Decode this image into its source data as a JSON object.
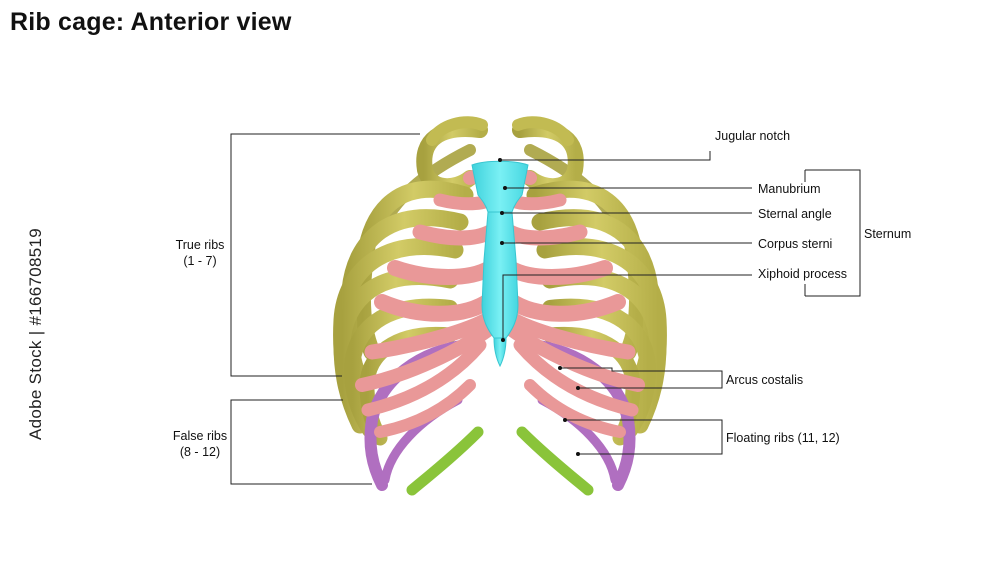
{
  "title": "Rib cage: Anterior view",
  "labels": {
    "jugular_notch": "Jugular notch",
    "manubrium": "Manubrium",
    "sternal_angle": "Sternal angle",
    "corpus_sterni": "Corpus sterni",
    "xiphoid_process": "Xiphoid process",
    "sternum": "Sternum",
    "arcus_costalis": "Arcus costalis",
    "floating_ribs": "Floating ribs (11, 12)",
    "true_ribs": "True ribs",
    "true_ribs_range": "(1 - 7)",
    "false_ribs": "False ribs",
    "false_ribs_range": "(8 - 12)"
  },
  "watermark_side_text": "Adobe Stock | #166708519",
  "colors": {
    "rib_bone": "#c9c25a",
    "rib_bone_dark": "#9e9838",
    "costal_cartilage": "#e99a9a",
    "false_rib": "#b070c0",
    "floating_rib": "#8cc43a",
    "sternum": "#5fe3ea",
    "leader_line": "#222222"
  }
}
